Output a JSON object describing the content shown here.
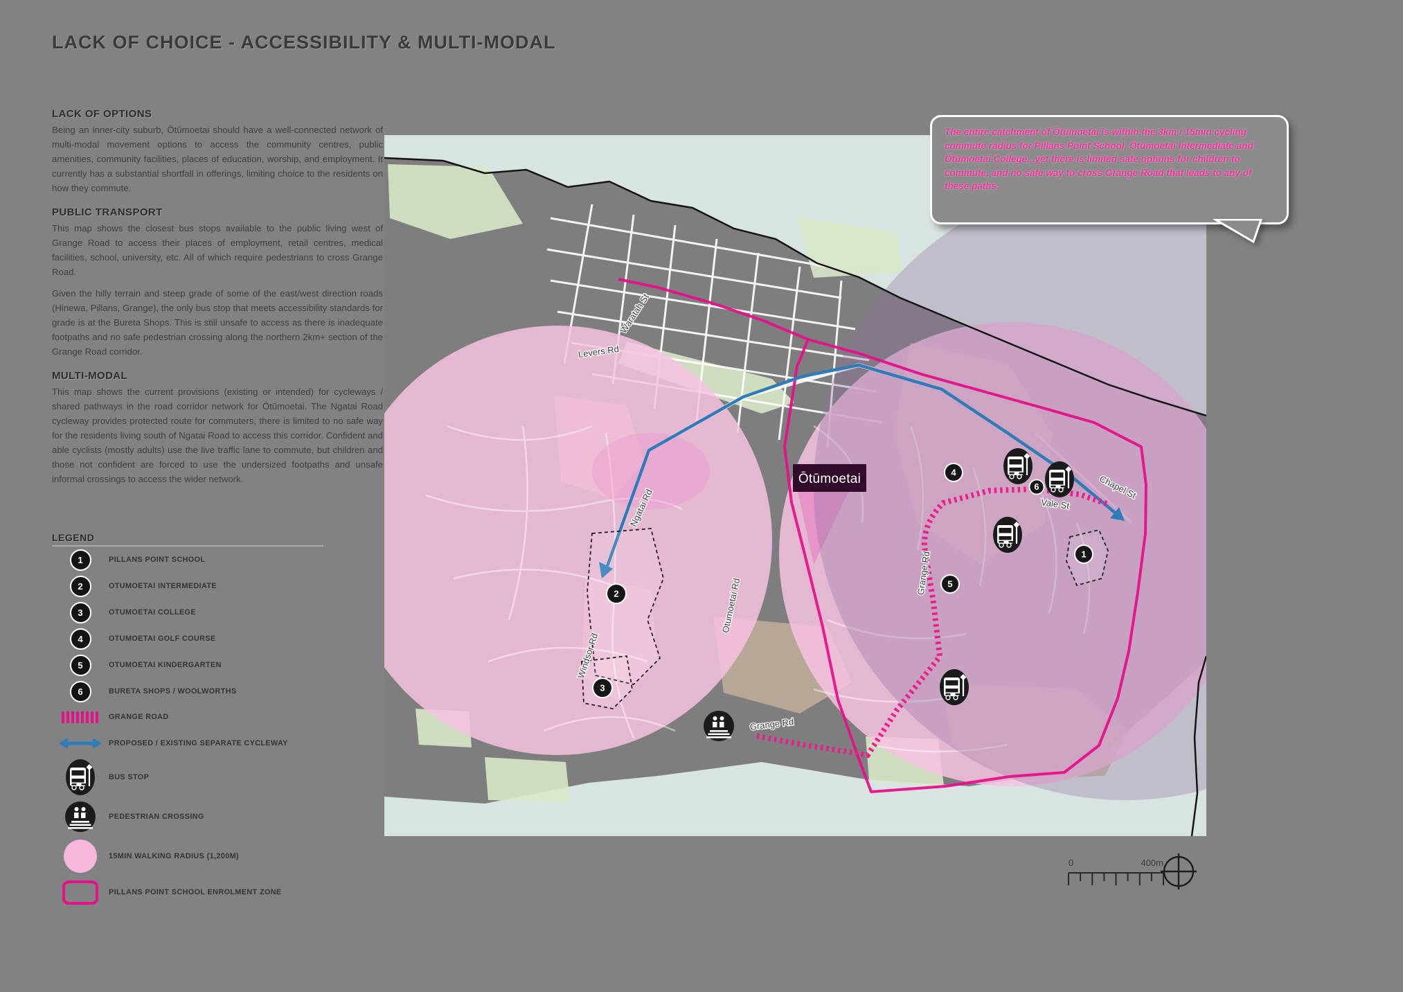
{
  "title": "LACK OF CHOICE - ACCESSIBILITY & MULTI-MODAL",
  "sections": [
    {
      "heading": "LACK OF OPTIONS",
      "paras": [
        "Being an inner-city suburb, Ōtūmoetai should have a well-connected network of multi-modal movement options to access the community centres, public amenities, community facilities, places of education, worship, and employment. It currently has a substantial shortfall in offerings, limiting choice to the residents on how they commute."
      ]
    },
    {
      "heading": "PUBLIC TRANSPORT",
      "paras": [
        "This map shows the closest bus stops available to the public living west of Grange Road to access their places of employment, retail centres, medical facilities, school, university, etc. All of which require pedestrians to cross Grange Road.",
        "Given the hilly terrain and steep grade of some of the east/west direction roads (Hinewa, Pillans, Grange), the only bus stop that meets accessibility standards for grade is at the Bureta Shops. This is still unsafe to access as there is inadequate footpaths and no safe pedestrian crossing along the northern 2km+ section of the Grange Road corridor."
      ]
    },
    {
      "heading": "MULTI-MODAL",
      "paras": [
        "This map shows the current provisions (existing or intended) for cycleways / shared pathways in the road corridor network for Ōtūmoetai. The Ngatai Road cycleway provides protected route for commuters, there is limited to no safe way for the residents living south of Ngatai Road to access this corridor. Confident and able cyclists (mostly adults) use the live traffic lane to commute, but children and those not confident are forced to use the undersized footpaths and unsafe informal crossings to access the wider network."
      ]
    }
  ],
  "legend": {
    "heading": "LEGEND",
    "numbered": [
      {
        "num": "1",
        "label": "PILLANS POINT SCHOOL"
      },
      {
        "num": "2",
        "label": "OTUMOETAI INTERMEDIATE"
      },
      {
        "num": "3",
        "label": "OTUMOETAI COLLEGE"
      },
      {
        "num": "4",
        "label": "OTUMOETAI GOLF COURSE"
      },
      {
        "num": "5",
        "label": "OTUMOETAI KINDERGARTEN"
      },
      {
        "num": "6",
        "label": "BURETA SHOPS / WOOLWORTHS"
      }
    ],
    "swatches": [
      {
        "label": "GRANGE ROAD"
      },
      {
        "label": "PROPOSED / EXISTING SEPARATE CYCLEWAY"
      },
      {
        "label": "BUS STOP"
      },
      {
        "label": "PEDESTRIAN CROSSING"
      },
      {
        "label": "15MIN WALKING RADIUS (1,200M)"
      },
      {
        "label": "PILLANS POINT SCHOOL ENROLMENT ZONE"
      }
    ]
  },
  "bubble": {
    "text": "The entire catchment of Ōtūmoetai is within the 3km / 15min cycling commute radius for Pillans Point School, Ōtūmoetai Intermediate and Ōtūmoetai College...yet there is limited safe options for children to commute, and no safe way to cross Grange Road that leads to any of these paths."
  },
  "map": {
    "place_label": "Ōtūmoetai",
    "roads": [
      {
        "text": "Waratah St"
      },
      {
        "text": "Levers Rd"
      },
      {
        "text": "Ngatai Rd"
      },
      {
        "text": "Chapel St"
      },
      {
        "text": "Vale St"
      },
      {
        "text": "Otumoetai Rd"
      },
      {
        "text": "Windsor Rd"
      },
      {
        "text": "Grange Rd"
      },
      {
        "text": "Grange Rd"
      }
    ],
    "markers": [
      {
        "num": "1"
      },
      {
        "num": "2"
      },
      {
        "num": "3"
      },
      {
        "num": "4"
      },
      {
        "num": "5"
      },
      {
        "num": "6"
      }
    ],
    "scale": {
      "start": "0",
      "end": "400m"
    }
  },
  "colors": {
    "page_bg": "#828282",
    "magenta": "#E6108A",
    "cycleway_blue": "#2E7CB8",
    "walk_radius_pink": "#F7C2E0",
    "catchment_lavender": "#8E6F9E",
    "sea": "#D8E4E1",
    "bubble_text": "#F2309E"
  }
}
